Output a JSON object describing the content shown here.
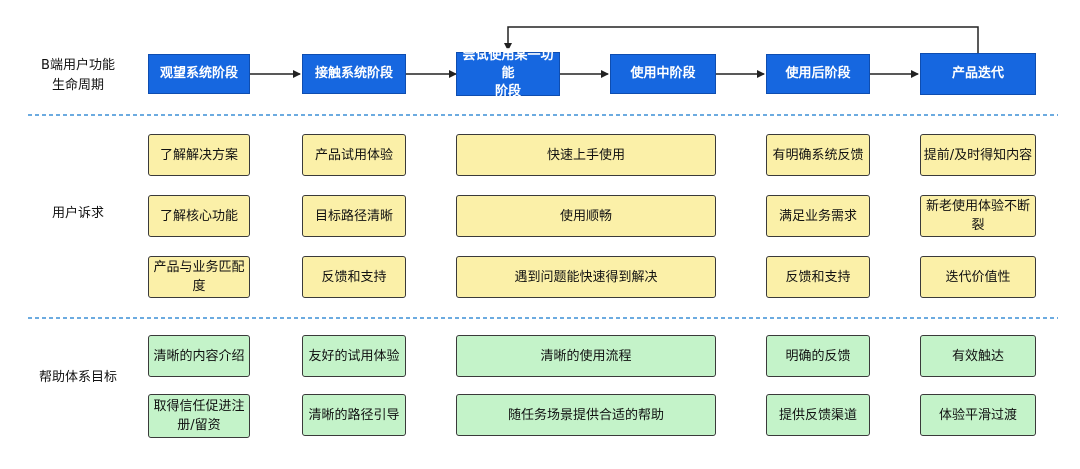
{
  "rows": {
    "lifecycle": [
      "B端用户功能",
      "生命周期"
    ],
    "needs": [
      "用户诉求"
    ],
    "goals": [
      "帮助体系目标"
    ]
  },
  "stages": [
    {
      "id": "observe",
      "lines": [
        "观望系统阶段"
      ]
    },
    {
      "id": "contact",
      "lines": [
        "接触系统阶段"
      ]
    },
    {
      "id": "try",
      "lines": [
        "尝试使用某一功能",
        "阶段"
      ]
    },
    {
      "id": "using",
      "lines": [
        "使用中阶段"
      ]
    },
    {
      "id": "after",
      "lines": [
        "使用后阶段"
      ]
    },
    {
      "id": "iterate",
      "lines": [
        "产品迭代"
      ]
    }
  ],
  "needs": [
    [
      "了解解决方案",
      "了解核心功能",
      "产品与业务匹配度"
    ],
    [
      "产品试用体验",
      "目标路径清晰",
      "反馈和支持"
    ],
    [
      "快速上手使用",
      "使用顺畅",
      "遇到问题能快速得到解决"
    ],
    [
      "有明确系统反馈",
      "满足业务需求",
      "反馈和支持"
    ],
    [
      "提前/及时得知内容",
      "新老使用体验不断裂",
      "迭代价值性"
    ]
  ],
  "goals": [
    [
      [
        "清晰的内容介绍"
      ],
      [
        "取得信任促进注",
        "册/留资"
      ]
    ],
    [
      [
        "友好的试用体验"
      ],
      [
        "清晰的路径引导"
      ]
    ],
    [
      [
        "清晰的使用流程"
      ],
      [
        "随任务场景提供合适的帮助"
      ]
    ],
    [
      [
        "明确的反馈"
      ],
      [
        "提供反馈渠道"
      ]
    ],
    [
      [
        "有效触达"
      ],
      [
        "体验平滑过渡"
      ]
    ]
  ],
  "colors": {
    "stage_fill": "#1667e0",
    "need_fill": "#fbf0a8",
    "goal_fill": "#c4f3c9",
    "divider": "#3b8fd6"
  }
}
